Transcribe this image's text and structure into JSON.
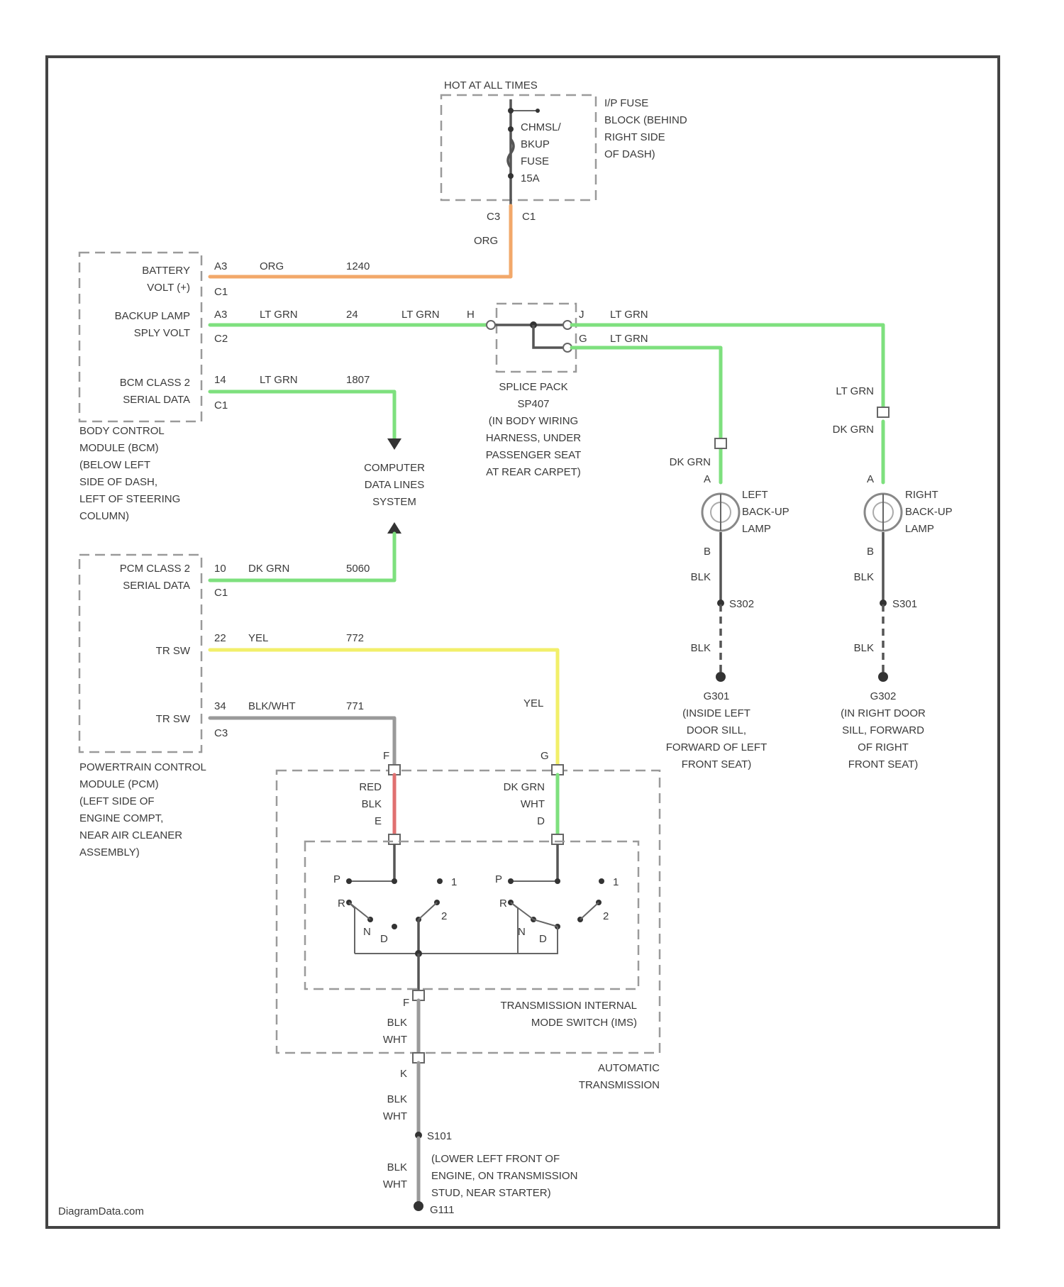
{
  "colors": {
    "orange_wire": "#f2a86a",
    "green_wire": "#7ee07e",
    "yellow_wire": "#f2ef6a",
    "gray_wire": "#9a9a9a",
    "red_wire": "#e07070"
  },
  "fuse_block": {
    "header": "HOT AT ALL TIMES",
    "location": [
      "I/P FUSE",
      "BLOCK (BEHIND",
      "RIGHT SIDE",
      "OF DASH)"
    ],
    "fuse": [
      "CHMSL/",
      "BKUP",
      "FUSE",
      "15A"
    ],
    "conn_left": "C3",
    "conn_right": "C1",
    "wire_color": "ORG"
  },
  "bcm": {
    "pins": [
      {
        "name": [
          "BATTERY",
          "VOLT (+)"
        ],
        "pin": "A3",
        "conn": "C1",
        "color": "ORG",
        "circuit": "1240"
      },
      {
        "name": [
          "BACKUP LAMP",
          "SPLY VOLT"
        ],
        "pin": "A3",
        "conn": "C2",
        "color": "LT GRN",
        "circuit": "24"
      },
      {
        "name": [
          "BCM CLASS 2",
          "SERIAL DATA"
        ],
        "pin": "14",
        "conn": "C1",
        "color": "LT GRN",
        "circuit": "1807"
      }
    ],
    "description": [
      "BODY CONTROL",
      "MODULE (BCM)",
      "(BELOW LEFT",
      "SIDE OF DASH,",
      "LEFT OF STEERING",
      "COLUMN)"
    ]
  },
  "splice": {
    "in_color": "LT GRN",
    "in_pin": "H",
    "out1_pin": "J",
    "out1_color": "LT GRN",
    "out2_pin": "G",
    "out2_color": "LT GRN",
    "description": [
      "SPLICE PACK",
      "SP407",
      "(IN BODY WIRING",
      "HARNESS, UNDER",
      "PASSENGER SEAT",
      "AT REAR CARPET)"
    ]
  },
  "cdl": [
    "COMPUTER",
    "DATA LINES",
    "SYSTEM"
  ],
  "pcm": {
    "pins": [
      {
        "name": [
          "PCM CLASS 2",
          "SERIAL DATA"
        ],
        "pin": "10",
        "conn": "C1",
        "color": "DK GRN",
        "circuit": "5060"
      },
      {
        "name": [
          "TR SW"
        ],
        "pin": "22",
        "conn": "",
        "color": "YEL",
        "circuit": "772"
      },
      {
        "name": [
          "TR SW"
        ],
        "pin": "34",
        "conn": "C3",
        "color": "BLK/WHT",
        "circuit": "771"
      }
    ],
    "description": [
      "POWERTRAIN CONTROL",
      "MODULE (PCM)",
      "(LEFT SIDE OF",
      "ENGINE COMPT,",
      "NEAR AIR CLEANER",
      "ASSEMBLY)"
    ]
  },
  "left_lamp": {
    "in_color": "DK GRN",
    "pin_a": "A",
    "pin_b": "B",
    "name": [
      "LEFT",
      "BACK-UP",
      "LAMP"
    ],
    "gnd_color1": "BLK",
    "splice": "S302",
    "gnd_color2": "BLK",
    "ground": [
      "G301",
      "(INSIDE LEFT",
      "DOOR SILL,",
      "FORWARD OF LEFT",
      "FRONT SEAT)"
    ]
  },
  "right_lamp": {
    "in_color_top": "LT GRN",
    "in_color": "DK GRN",
    "pin_a": "A",
    "pin_b": "B",
    "name": [
      "RIGHT",
      "BACK-UP",
      "LAMP"
    ],
    "gnd_color1": "BLK",
    "splice": "S301",
    "gnd_color2": "BLK",
    "ground": [
      "G302",
      "(IN RIGHT DOOR",
      "SILL, FORWARD",
      "OF RIGHT",
      "FRONT SEAT)"
    ]
  },
  "transmission": {
    "pin_f_top": "F",
    "pin_g_top": "G",
    "left_color": "YEL",
    "red_wire": [
      "RED",
      "BLK"
    ],
    "red_pin": "E",
    "green_wire": [
      "DK GRN",
      "WHT"
    ],
    "green_pin": "D",
    "switch_pos_left": [
      "P",
      "R",
      "N",
      "D",
      "2",
      "1"
    ],
    "switch_pos_right": [
      "P",
      "R",
      "N",
      "D",
      "2",
      "1"
    ],
    "imt_pin": "F",
    "imt_name": [
      "TRANSMISSION INTERNAL",
      "MODE SWITCH (IMS)"
    ],
    "auto_name": [
      "AUTOMATIC",
      "TRANSMISSION"
    ],
    "out_pin": "K",
    "wire1": [
      "BLK",
      "WHT"
    ],
    "wire2": [
      "BLK",
      "WHT"
    ],
    "splice": "S101",
    "wire3": [
      "BLK",
      "WHT"
    ],
    "ground_desc": [
      "(LOWER LEFT FRONT OF",
      "ENGINE, ON TRANSMISSION",
      "STUD, NEAR STARTER)"
    ],
    "ground": "G111"
  },
  "watermark": "DiagramData.com"
}
